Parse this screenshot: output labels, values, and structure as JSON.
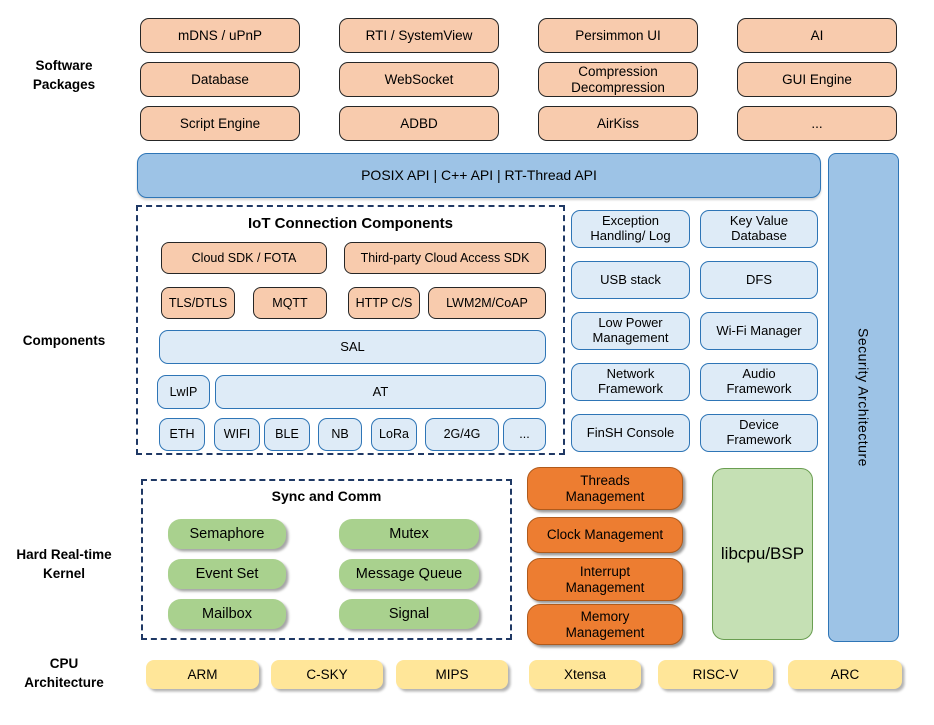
{
  "sidebar": {
    "labels": [
      "Software\nPackages",
      "Components",
      "Hard Real-time\nKernel",
      "CPU\nArchitecture"
    ]
  },
  "software_packages": {
    "items": [
      "mDNS / uPnP",
      "RTI / SystemView",
      "Persimmon UI",
      "AI",
      "Database",
      "WebSocket",
      "Compression\nDecompression",
      "GUI Engine",
      "Script Engine",
      "ADBD",
      "AirKiss",
      "..."
    ]
  },
  "api_bar": {
    "label": "POSIX API | C++ API | RT-Thread API"
  },
  "security_bar": {
    "label": "Security Architecture"
  },
  "iot": {
    "title": "IoT Connection Components",
    "cloud_sdk": "Cloud SDK / FOTA",
    "third_party_sdk": "Third-party Cloud Access SDK",
    "protocols": [
      "TLS/DTLS",
      "MQTT",
      "HTTP C/S",
      "LWM2M/CoAP"
    ],
    "sal": "SAL",
    "lwip": "LwIP",
    "at": "AT",
    "links": [
      "ETH",
      "WIFI",
      "BLE",
      "NB",
      "LoRa",
      "2G/4G",
      "..."
    ]
  },
  "components_right": {
    "items": [
      "Exception\nHandling/ Log",
      "Key Value\nDatabase",
      "USB stack",
      "DFS",
      "Low Power\nManagement",
      "Wi-Fi Manager",
      "Network\nFramework",
      "Audio\nFramework",
      "FinSH Console",
      "Device\nFramework"
    ]
  },
  "kernel": {
    "sync_title": "Sync and Comm",
    "sync_items": [
      "Semaphore",
      "Mutex",
      "Event Set",
      "Message Queue",
      "Mailbox",
      "Signal"
    ],
    "management": [
      "Threads\nManagement",
      "Clock Management",
      "Interrupt\nManagement",
      "Memory\nManagement"
    ],
    "libcpu": "libcpu/BSP"
  },
  "cpu": {
    "items": [
      "ARM",
      "C-SKY",
      "MIPS",
      "Xtensa",
      "RISC-V",
      "ARC"
    ]
  },
  "colors": {
    "package_fill": "#F8CBAD",
    "api_bar_fill": "#9DC3E6",
    "component_fill": "#DEEBF7",
    "component_border": "#2E75B6",
    "kernel_green": "#A9D18E",
    "management_orange": "#ED7D31",
    "libcpu_fill": "#C5E0B4",
    "cpu_yellow": "#FFE699",
    "dashed_border": "#1F3864"
  }
}
